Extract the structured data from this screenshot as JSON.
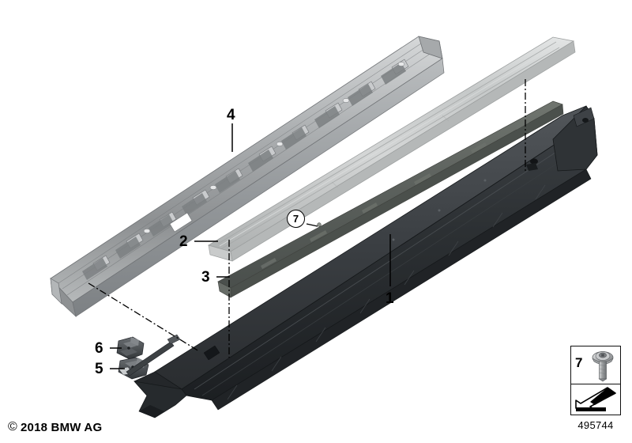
{
  "document": {
    "type": "automotive-parts-exploded-diagram",
    "subject": "Side sill / rocker panel trim assembly",
    "copyright": "© 2018 BMW AG",
    "copyright_symbol": "©",
    "copyright_text": "2018 BMW AG",
    "drawing_number": "495744",
    "background_color": "#ffffff"
  },
  "callouts": [
    {
      "id": "1",
      "label": "1",
      "target": "sill-trim-main",
      "description": "Door sill cover / rocker panel trim",
      "leader": "vertical"
    },
    {
      "id": "2",
      "label": "2",
      "target": "light-strip-upper",
      "description": "Upper light grey sill strip",
      "leader": "horizontal"
    },
    {
      "id": "3",
      "label": "3",
      "target": "dark-strip-middle",
      "description": "Middle dark grey sill strip",
      "leader": "horizontal"
    },
    {
      "id": "4",
      "label": "4",
      "target": "reinforcement-rail",
      "description": "Sill reinforcement rail / carrier",
      "leader": "vertical"
    },
    {
      "id": "5",
      "label": "5",
      "target": "clip-lower",
      "description": "Lower mounting clip",
      "leader": "horizontal"
    },
    {
      "id": "6",
      "label": "6",
      "target": "clip-upper",
      "description": "Upper mounting bracket",
      "leader": "horizontal"
    }
  ],
  "circled_callouts": [
    {
      "id": "7",
      "label": "7",
      "target": "dark-strip-middle",
      "description": "Fastening screw reference"
    }
  ],
  "legend": {
    "item_number": "7",
    "icon": "screw-bolt-icon",
    "detail_icon": "arrow-detail-icon",
    "description": "Screw / bolt fastener used at marked positions"
  },
  "parts": [
    {
      "ref": "4",
      "name": "reinforcement-rail",
      "color": "#9a9c9e",
      "position": "upper-left"
    },
    {
      "ref": "2",
      "name": "light-strip-upper",
      "color": "#c2c4c4",
      "position": "upper-right"
    },
    {
      "ref": "3",
      "name": "dark-strip-middle",
      "color": "#5c615f",
      "position": "middle"
    },
    {
      "ref": "1",
      "name": "sill-trim-main",
      "color": "#2b2e31",
      "position": "lower-right"
    },
    {
      "ref": "6",
      "name": "clip-upper",
      "color": "#4a4d50",
      "position": "lower-left"
    },
    {
      "ref": "5",
      "name": "clip-lower",
      "color": "#4a4d50",
      "position": "lower-left"
    }
  ],
  "colors": {
    "line": "#000000",
    "metal_light": "#c2c4c4",
    "metal_mid": "#9a9c9e",
    "metal_dark": "#5c615f",
    "plastic_dark": "#2b2e31"
  }
}
